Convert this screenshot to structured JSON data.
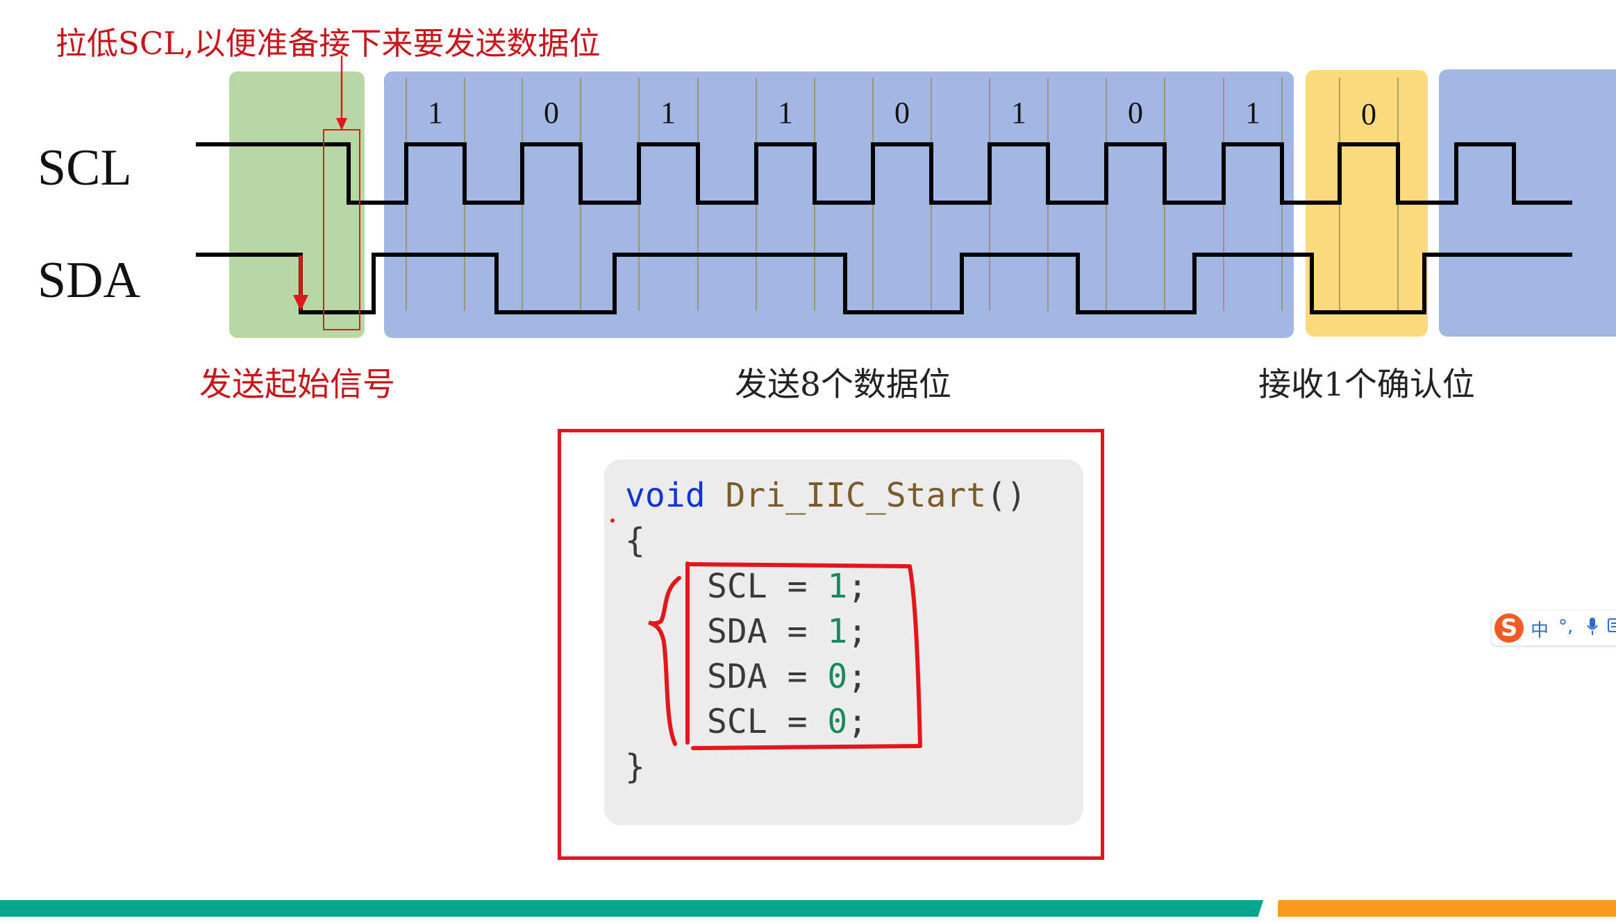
{
  "annotation_top": "拉低SCL,以便准备接下来要发送数据位",
  "signals": {
    "scl": "SCL",
    "sda": "SDA"
  },
  "bits": [
    "1",
    "0",
    "1",
    "1",
    "0",
    "1",
    "0",
    "1"
  ],
  "ack_bit": "0",
  "phases": {
    "start": "发送起始信号",
    "data": "发送8个数据位",
    "ack": "接收1个确认位"
  },
  "colors": {
    "start_phase": "#b7d7a5",
    "data_phase": "#a2b8e3",
    "ack_phase": "#fbda7e",
    "annotation": "#c8151b",
    "highlight": "#e4151b",
    "footer_teal": "#0aa58d",
    "footer_orange": "#f79a1e"
  },
  "code": {
    "keyword": "void",
    "function": "Dri_IIC_Start",
    "parens": "()",
    "open_brace": "{",
    "close_brace": "}",
    "statements": [
      {
        "lhs": "SCL = ",
        "value": "1",
        "end": ";"
      },
      {
        "lhs": "SDA = ",
        "value": "1",
        "end": ";"
      },
      {
        "lhs": "SDA = ",
        "value": "0",
        "end": ";"
      },
      {
        "lhs": "SCL = ",
        "value": "0",
        "end": ";"
      }
    ]
  },
  "ime_toolbar": {
    "logo": "S",
    "lang": "中",
    "punct": "°,",
    "mic": "mic-icon",
    "keyboard": "keyboard-icon"
  }
}
